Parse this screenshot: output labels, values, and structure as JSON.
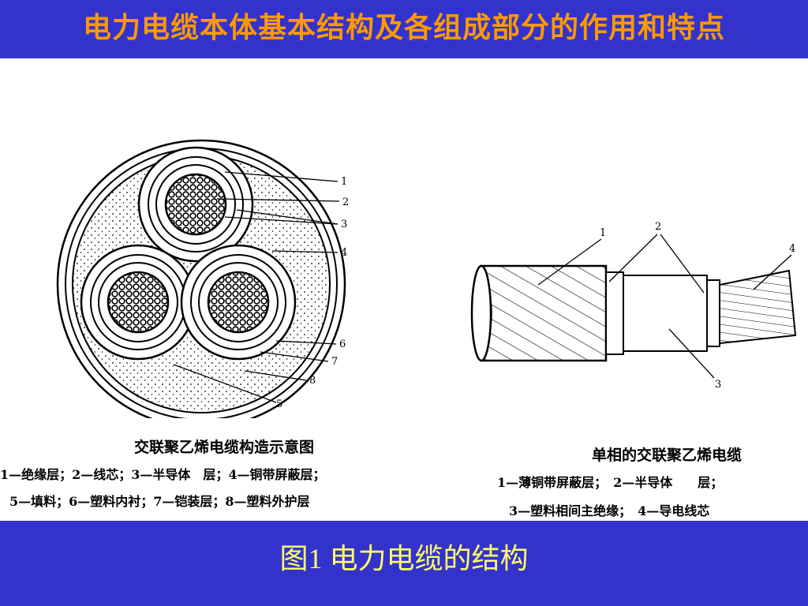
{
  "header": {
    "title": "电力电缆本体基本结构及各组成部分的作用和特点"
  },
  "footer": {
    "caption": "图1 电力电缆的结构"
  },
  "left_figure": {
    "caption": "交联聚乙烯电缆构造示意图",
    "callouts": [
      "1",
      "2",
      "3",
      "4",
      "5",
      "6",
      "7",
      "8"
    ],
    "legend": [
      "1—绝缘层；2—线芯；3—半导体　层；4—铜带屏蔽层；",
      "5—填料；6—塑料内衬；7—铠装层；8—塑料外护层"
    ]
  },
  "right_figure": {
    "caption": "单相的交联聚乙烯电缆",
    "callouts": [
      "1",
      "2",
      "3",
      "4"
    ],
    "legend": [
      "1—薄铜带屏蔽层；　2—半导体　　层；",
      "3—塑料相间主绝缘；　4—导电线芯"
    ]
  },
  "colors": {
    "bar": "#3333cc",
    "title": "#ff9900",
    "caption": "#ffff66"
  }
}
